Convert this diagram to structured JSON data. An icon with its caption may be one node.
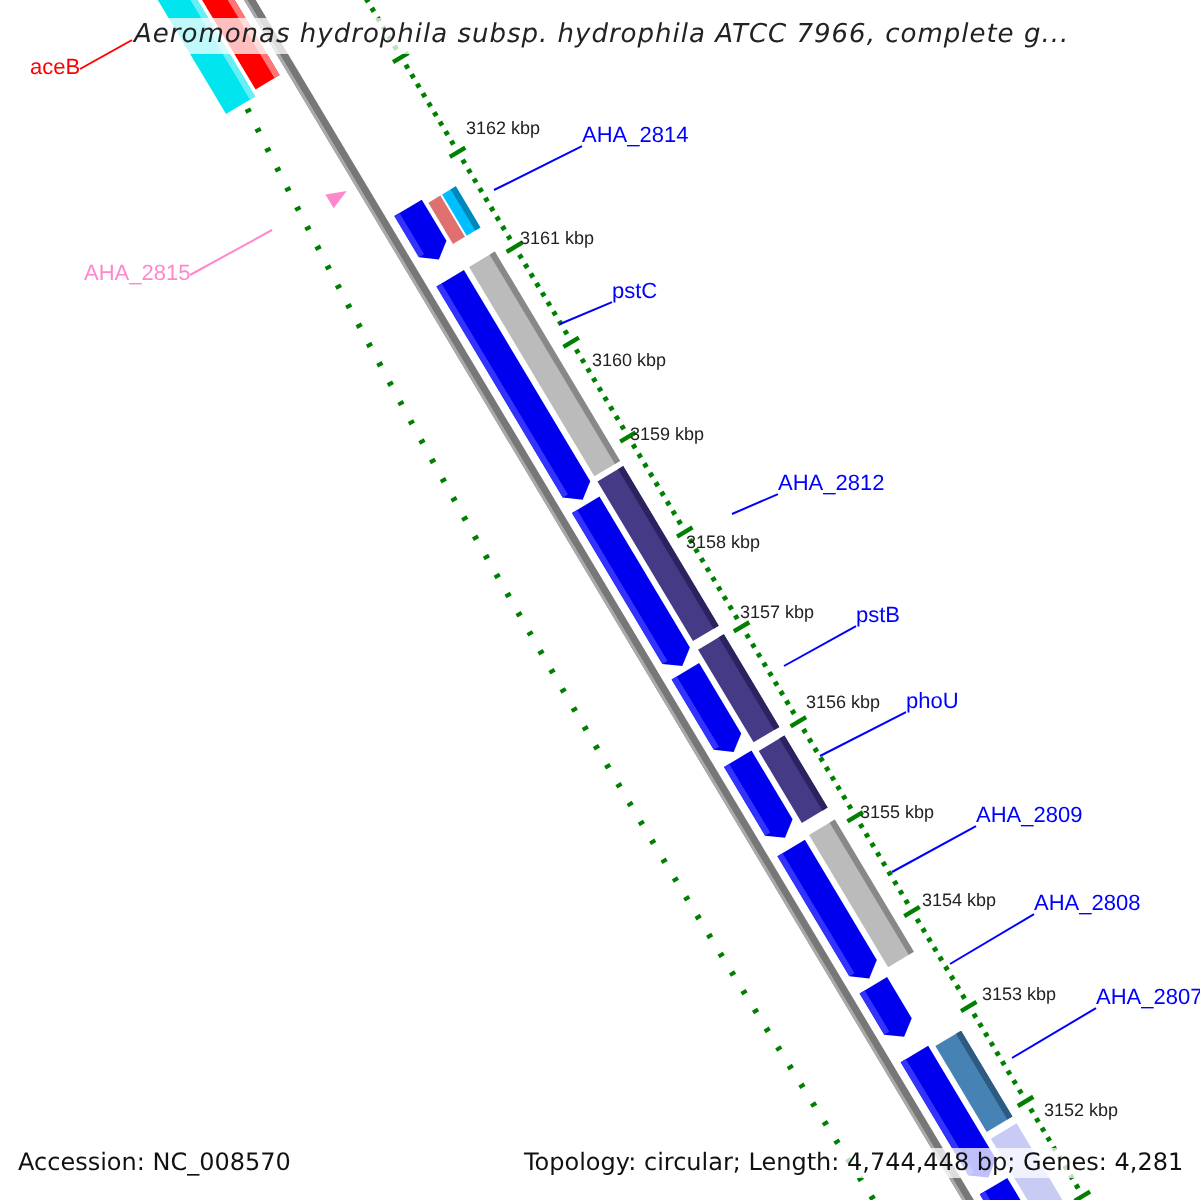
{
  "diagram": {
    "title": "Aeromonas hydrophila subsp. hydrophila ATCC 7966, complete g...",
    "nodes": [
      {
        "text": [
          "aceB"
        ]
      },
      {
        "text": [
          "AHA_2815"
        ]
      },
      {
        "text": [
          "AHA_2814"
        ]
      },
      {
        "text": [
          "pstC"
        ]
      },
      {
        "text": [
          "AHA_2812"
        ]
      },
      {
        "text": [
          "pstB"
        ]
      },
      {
        "text": [
          "phoU"
        ]
      },
      {
        "text": [
          "AHA_2809"
        ]
      },
      {
        "text": [
          "AHA_2808"
        ]
      },
      {
        "text": [
          "AHA_2807"
        ]
      }
    ],
    "edges": [
      {
        "from": 0,
        "to": null,
        "arrow": "none",
        "color": "#ff0000"
      },
      {
        "from": 1,
        "to": null,
        "arrow": "none",
        "color": "#ff88cc"
      },
      {
        "from": 2,
        "to": null,
        "arrow": "none"
      },
      {
        "from": 3,
        "to": null,
        "arrow": "none"
      },
      {
        "from": 4,
        "to": null,
        "arrow": "none"
      },
      {
        "from": 5,
        "to": null,
        "arrow": "none"
      },
      {
        "from": 6,
        "to": null,
        "arrow": "none"
      },
      {
        "from": 7,
        "to": null,
        "arrow": "none"
      },
      {
        "from": 8,
        "to": null,
        "arrow": "none"
      },
      {
        "from": 9,
        "to": null,
        "arrow": "none"
      }
    ],
    "labels": [
      "3162 kbp",
      "3161 kbp",
      "3160 kbp",
      "3159 kbp",
      "3158 kbp",
      "3157 kbp",
      "3156 kbp",
      "3155 kbp",
      "3154 kbp",
      "3153 kbp",
      "3152 kbp",
      "Accession: NC_008570",
      "Topology: circular; Length: 4,744,448 bp; Genes: 4,281"
    ]
  }
}
